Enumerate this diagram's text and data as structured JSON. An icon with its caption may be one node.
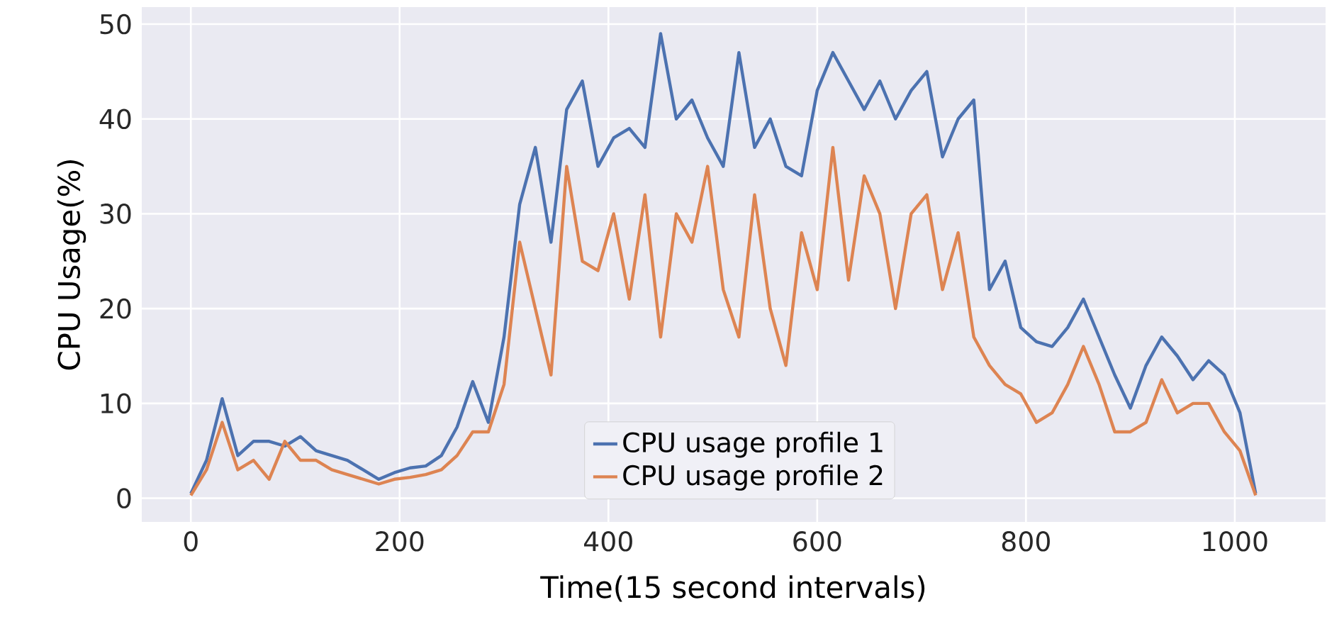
{
  "diagram": {
    "chart_data": {
      "type": "line",
      "xlabel": "Time(15 second intervals)",
      "ylabel": "CPU Usage(%)",
      "x": [
        0,
        15,
        30,
        45,
        60,
        75,
        90,
        105,
        120,
        135,
        150,
        165,
        180,
        195,
        210,
        225,
        240,
        255,
        270,
        285,
        300,
        315,
        330,
        345,
        360,
        375,
        390,
        405,
        420,
        435,
        450,
        465,
        480,
        495,
        510,
        525,
        540,
        555,
        570,
        585,
        600,
        615,
        630,
        645,
        660,
        675,
        690,
        705,
        720,
        735,
        750,
        765,
        780,
        795,
        810,
        825,
        840,
        855,
        870,
        885,
        900,
        915,
        930,
        945,
        960,
        975,
        990,
        1005,
        1020
      ],
      "series": [
        {
          "name": "CPU usage profile 1",
          "color": "#4c72b0",
          "values": [
            0.5,
            4,
            10.5,
            4.5,
            6,
            6,
            5.5,
            6.5,
            5,
            4.5,
            4,
            3,
            2,
            2.7,
            3.2,
            3.4,
            4.5,
            7.5,
            12.3,
            8,
            17,
            31,
            37,
            27,
            41,
            44,
            35,
            38,
            39,
            37,
            49,
            40,
            42,
            38,
            35,
            47,
            37,
            40,
            35,
            34,
            43,
            47,
            44,
            41,
            44,
            40,
            43,
            45,
            36,
            40,
            42,
            22,
            25,
            18,
            16.5,
            16,
            18,
            21,
            17,
            13,
            9.5,
            14,
            17,
            15,
            12.5,
            14.5,
            13,
            9,
            0.5
          ]
        },
        {
          "name": "CPU usage profile 2",
          "color": "#dd8452",
          "values": [
            0.3,
            3,
            8,
            3,
            4,
            2,
            6,
            4,
            4,
            3,
            2.5,
            2,
            1.5,
            2,
            2.2,
            2.5,
            3,
            4.5,
            7,
            7,
            12,
            27,
            20,
            13,
            35,
            25,
            24,
            30,
            21,
            32,
            17,
            30,
            27,
            35,
            22,
            17,
            32,
            20,
            14,
            28,
            22,
            37,
            23,
            34,
            30,
            20,
            30,
            32,
            22,
            28,
            17,
            14,
            12,
            11,
            8,
            9,
            12,
            16,
            12,
            7,
            7,
            8,
            12.5,
            9,
            10,
            10,
            7,
            5,
            0.3
          ]
        }
      ],
      "xlim": [
        -47,
        1087
      ],
      "ylim": [
        -2.5,
        51.8
      ],
      "xticks": [
        0,
        200,
        400,
        600,
        800,
        1000
      ],
      "yticks": [
        0,
        10,
        20,
        30,
        40,
        50
      ],
      "grid": true,
      "legend": true
    }
  }
}
